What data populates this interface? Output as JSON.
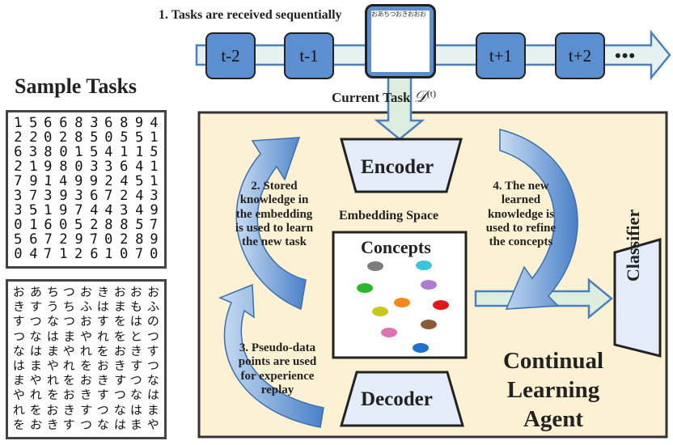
{
  "timeline": {
    "caption": "1. Tasks are received sequentially",
    "tasks": [
      "t-2",
      "t-1",
      "t+1",
      "t+2"
    ],
    "ellipsis": "•••",
    "current_task_label": "Current Task",
    "current_task_symbol": "𝒟",
    "current_task_superscript": "(t)"
  },
  "sample_tasks": {
    "title": "Sample Tasks",
    "digits": [
      "1566836894",
      "2202850551",
      "6380154115",
      "2198033641",
      "7914992451",
      "3739367243",
      "3519744349",
      "0160528857",
      "5672970289",
      "0471261070"
    ],
    "kana": [
      "おあちつおきおおお",
      "きすうちふはまもふ",
      "すつなつおすをはの",
      "つなはまやれをとつ",
      "なはまやれをおきす",
      "はまやれをおきすつ",
      "まやれをおきすつな",
      "やれをおきすつなは",
      "れをおきすつなはま",
      "をおきすつなはまや"
    ]
  },
  "agent": {
    "encoder_label": "Encoder",
    "decoder_label": "Decoder",
    "embedding_label": "Embedding Space",
    "concepts_label": "Concepts",
    "classifier_label": "Classifier",
    "title_lines": [
      "Continual",
      "Learning",
      "Agent"
    ],
    "step2_lines": [
      "2. Stored",
      "knowledge in",
      "the embedding",
      "is used to learn",
      "the new task"
    ],
    "step3_lines": [
      "3. Pseudo-data",
      "points are used",
      "for experience",
      "replay"
    ],
    "step4_lines": [
      "4. The new",
      "learned",
      "knowledge is",
      "used to refine",
      "the concepts"
    ],
    "blob_colors": [
      "#7d7d7d",
      "#3cc4d8",
      "#2db52d",
      "#b07ad0",
      "#f08a1e",
      "#e01818",
      "#c8c81e",
      "#8a5a3a",
      "#e070b0",
      "#2070d0"
    ]
  },
  "colors": {
    "agent_bg": "#fcf1d2",
    "task_box": "#5b8fd0",
    "arrow_blue": "#5b8fd0",
    "arrow_light": "#deeede",
    "encoder_fill": "#e3ecf8"
  }
}
